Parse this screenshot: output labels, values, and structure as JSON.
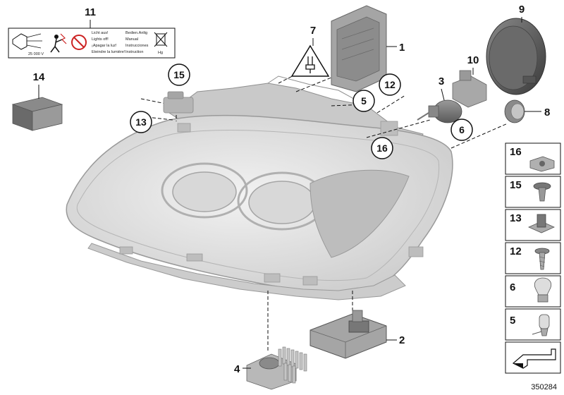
{
  "callouts": {
    "c1": "1",
    "c2": "2",
    "c3": "3",
    "c4": "4",
    "c5": "5",
    "c6": "6",
    "c7": "7",
    "c8": "8",
    "c9": "9",
    "c10": "10",
    "c11": "11",
    "c12": "12",
    "c13": "13",
    "c14": "14",
    "c15": "15",
    "c16": "16"
  },
  "warning_label": {
    "voltage": "25 000 V",
    "col1": [
      "Licht aus!",
      "Lights off!",
      "¡Apagar la luz!",
      "Eteindre la lumière!"
    ],
    "col2": [
      "Bedien.Anltg",
      "Manual",
      "Instrucciones",
      "Instruction"
    ],
    "bin_text": "Hg"
  },
  "side_panel": {
    "items": [
      {
        "num": "16",
        "icon": "clip-nut-icon"
      },
      {
        "num": "15",
        "icon": "expanding-rivet-icon"
      },
      {
        "num": "13",
        "icon": "clip-fastener-icon"
      },
      {
        "num": "12",
        "icon": "screw-icon"
      },
      {
        "num": "6",
        "icon": "bulb-icon"
      },
      {
        "num": "5",
        "icon": "wedge-bulb-icon"
      }
    ]
  },
  "diagram_number": "350284"
}
